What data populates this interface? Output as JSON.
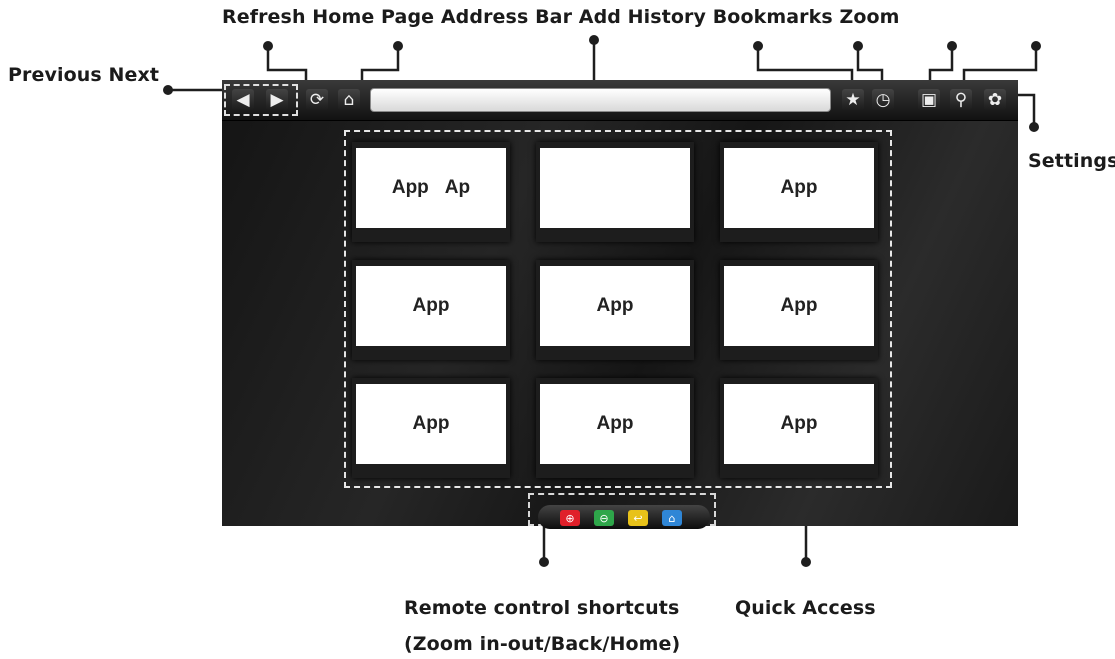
{
  "annotations": {
    "top_line": "Refresh Home Page Address Bar Add History Bookmarks Zoom",
    "previous_next": "Previous Next",
    "settings": "Settings",
    "remote_line1": "Remote control shortcuts",
    "remote_line2": "(Zoom in-out/Back/Home)",
    "quick_access": "Quick Access"
  },
  "address_bar": {
    "value": ""
  },
  "icons": {
    "previous": "◀",
    "next": "▶",
    "refresh": "⟳",
    "home": "⌂",
    "bookmark": "★",
    "history": "◷",
    "add": "▣",
    "zoom": "⚲",
    "settings": "✿",
    "zoom_in": "⊕",
    "zoom_out": "⊖",
    "back": "↩",
    "shortcut_home": "⌂"
  },
  "tiles": {
    "t1": "App",
    "t1b": "Ap",
    "t2": "",
    "t3": "App",
    "t4": "App",
    "t5": "App",
    "t6": "App",
    "t7": "App",
    "t8": "App",
    "t9": "App"
  },
  "colors": {
    "zoom_in": "#e0202a",
    "zoom_out": "#2ea64a",
    "back": "#e8c21a",
    "home": "#2f86d6"
  }
}
